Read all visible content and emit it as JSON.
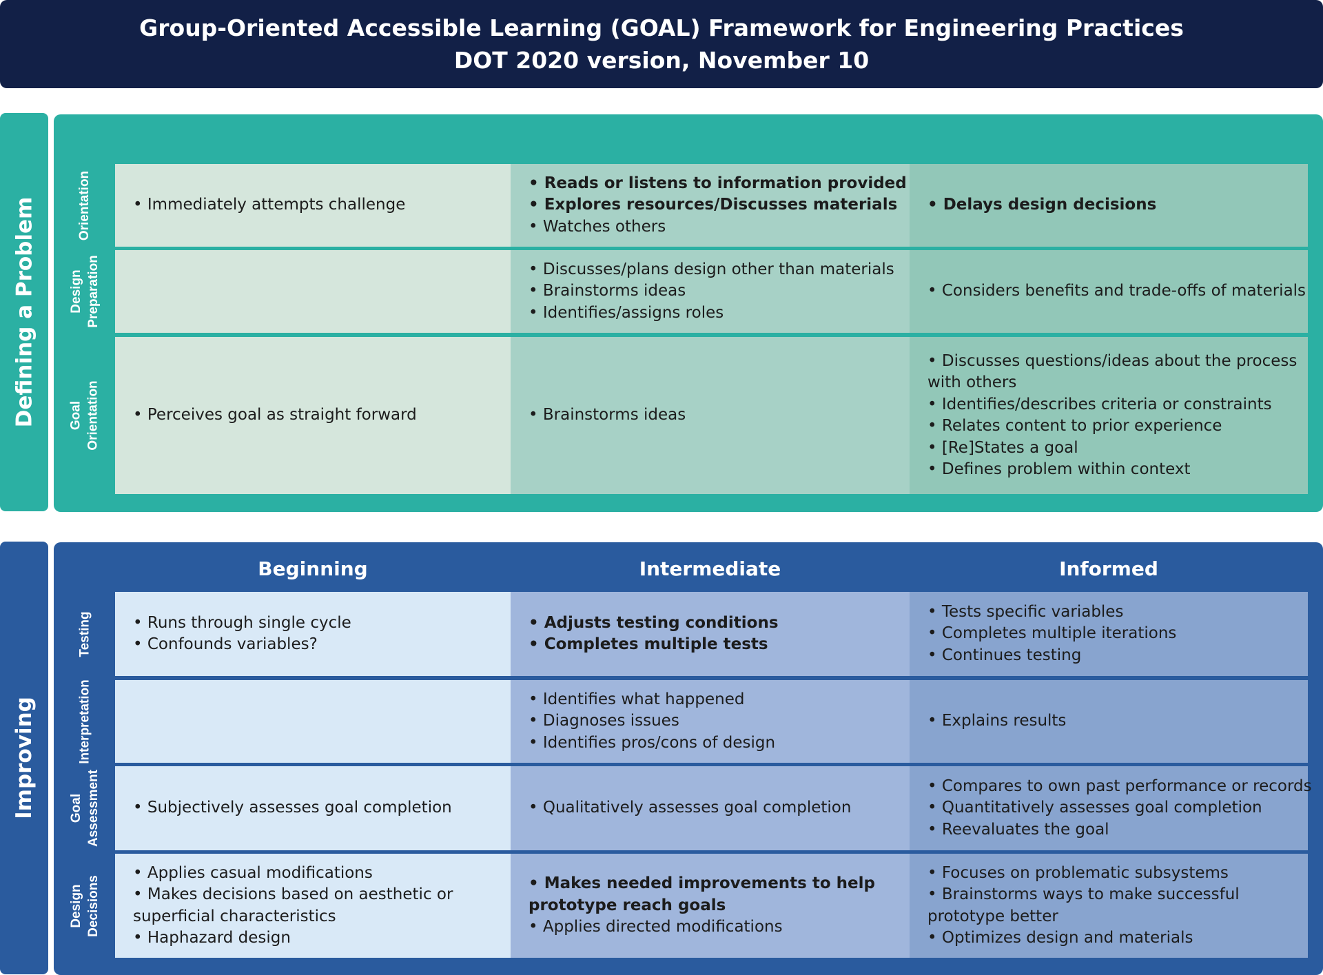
{
  "header": {
    "title_line1": "Group-Oriented Accessible Learning (GOAL) Framework for Engineering Practices",
    "title_line2": "DOT 2020 version, November 10"
  },
  "colors": {
    "header_bg": "#122047",
    "defining_section": "#2bb0a3",
    "improving_section": "#2a5b9e"
  },
  "defining": {
    "section_label": "Defining a Problem",
    "rows": [
      {
        "label_lines": [
          "Orientation"
        ],
        "beginning": [
          {
            "text": "• Immediately attempts challenge",
            "bold": false
          }
        ],
        "intermediate": [
          {
            "text": "• Reads or listens to information provided",
            "bold": true
          },
          {
            "text": "• Explores resources/Discusses materials",
            "bold": true
          },
          {
            "text": "• Watches others",
            "bold": false
          }
        ],
        "informed": [
          {
            "text": "• Delays design decisions",
            "bold": true
          }
        ]
      },
      {
        "label_lines": [
          "Design",
          "Preparation"
        ],
        "beginning": [],
        "intermediate": [
          {
            "text": "• Discusses/plans design other than materials",
            "bold": false
          },
          {
            "text": "• Brainstorms ideas",
            "bold": false
          },
          {
            "text": "• Identifies/assigns roles",
            "bold": false
          }
        ],
        "informed": [
          {
            "text": "• Considers benefits and trade-offs of materials",
            "bold": false
          }
        ]
      },
      {
        "label_lines": [
          "Goal",
          "Orientation"
        ],
        "beginning": [
          {
            "text": "• Perceives goal as straight forward",
            "bold": false
          }
        ],
        "intermediate": [
          {
            "text": "• Brainstorms ideas",
            "bold": false
          }
        ],
        "informed": [
          {
            "text": "• Discusses questions/ideas about the process",
            "bold": false
          },
          {
            "text": "with others",
            "bold": false
          },
          {
            "text": "• Identifies/describes criteria or constraints",
            "bold": false
          },
          {
            "text": "• Relates content to prior experience",
            "bold": false
          },
          {
            "text": "• [Re]States a goal",
            "bold": false
          },
          {
            "text": "• Defines problem within context",
            "bold": false
          }
        ]
      }
    ]
  },
  "improving": {
    "section_label": "Improving",
    "columns": [
      "Beginning",
      "Intermediate",
      "Informed"
    ],
    "rows": [
      {
        "label_lines": [
          "Testing"
        ],
        "beginning": [
          {
            "text": "• Runs through single cycle",
            "bold": false
          },
          {
            "text": "• Confounds variables?",
            "bold": false
          }
        ],
        "intermediate": [
          {
            "text": "• Adjusts testing conditions",
            "bold": true
          },
          {
            "text": "• Completes multiple tests",
            "bold": true
          }
        ],
        "informed": [
          {
            "text": "• Tests specific variables",
            "bold": false
          },
          {
            "text": "• Completes multiple iterations",
            "bold": false
          },
          {
            "text": "• Continues testing",
            "bold": false
          }
        ]
      },
      {
        "label_lines": [
          "Interpretation"
        ],
        "beginning": [],
        "intermediate": [
          {
            "text": "• Identifies what happened",
            "bold": false
          },
          {
            "text": "• Diagnoses issues",
            "bold": false
          },
          {
            "text": "• Identifies pros/cons of design",
            "bold": false
          }
        ],
        "informed": [
          {
            "text": "• Explains results",
            "bold": false
          }
        ]
      },
      {
        "label_lines": [
          "Goal",
          "Assessment"
        ],
        "beginning": [
          {
            "text": "• Subjectively assesses goal completion",
            "bold": false
          }
        ],
        "intermediate": [
          {
            "text": "• Qualitatively assesses goal completion",
            "bold": false
          }
        ],
        "informed": [
          {
            "text": "• Compares to own past performance or records",
            "bold": false
          },
          {
            "text": "• Quantitatively assesses goal completion",
            "bold": false
          },
          {
            "text": "• Reevaluates the goal",
            "bold": false
          }
        ]
      },
      {
        "label_lines": [
          "Design",
          "Decisions"
        ],
        "beginning": [
          {
            "text": "• Applies casual modifications",
            "bold": false
          },
          {
            "text": "• Makes decisions based on aesthetic or",
            "bold": false
          },
          {
            "text": "superficial characteristics",
            "bold": false
          },
          {
            "text": "• Haphazard design",
            "bold": false
          }
        ],
        "intermediate": [
          {
            "text": "• Makes needed improvements to help",
            "bold": true
          },
          {
            "text": "prototype reach goals",
            "bold": true
          },
          {
            "text": "• Applies directed modifications",
            "bold": false
          }
        ],
        "informed": [
          {
            "text": "• Focuses on problematic subsystems",
            "bold": false
          },
          {
            "text": "• Brainstorms ways to make successful",
            "bold": false
          },
          {
            "text": "prototype better",
            "bold": false
          },
          {
            "text": "• Optimizes design and materials",
            "bold": false
          }
        ]
      }
    ]
  }
}
